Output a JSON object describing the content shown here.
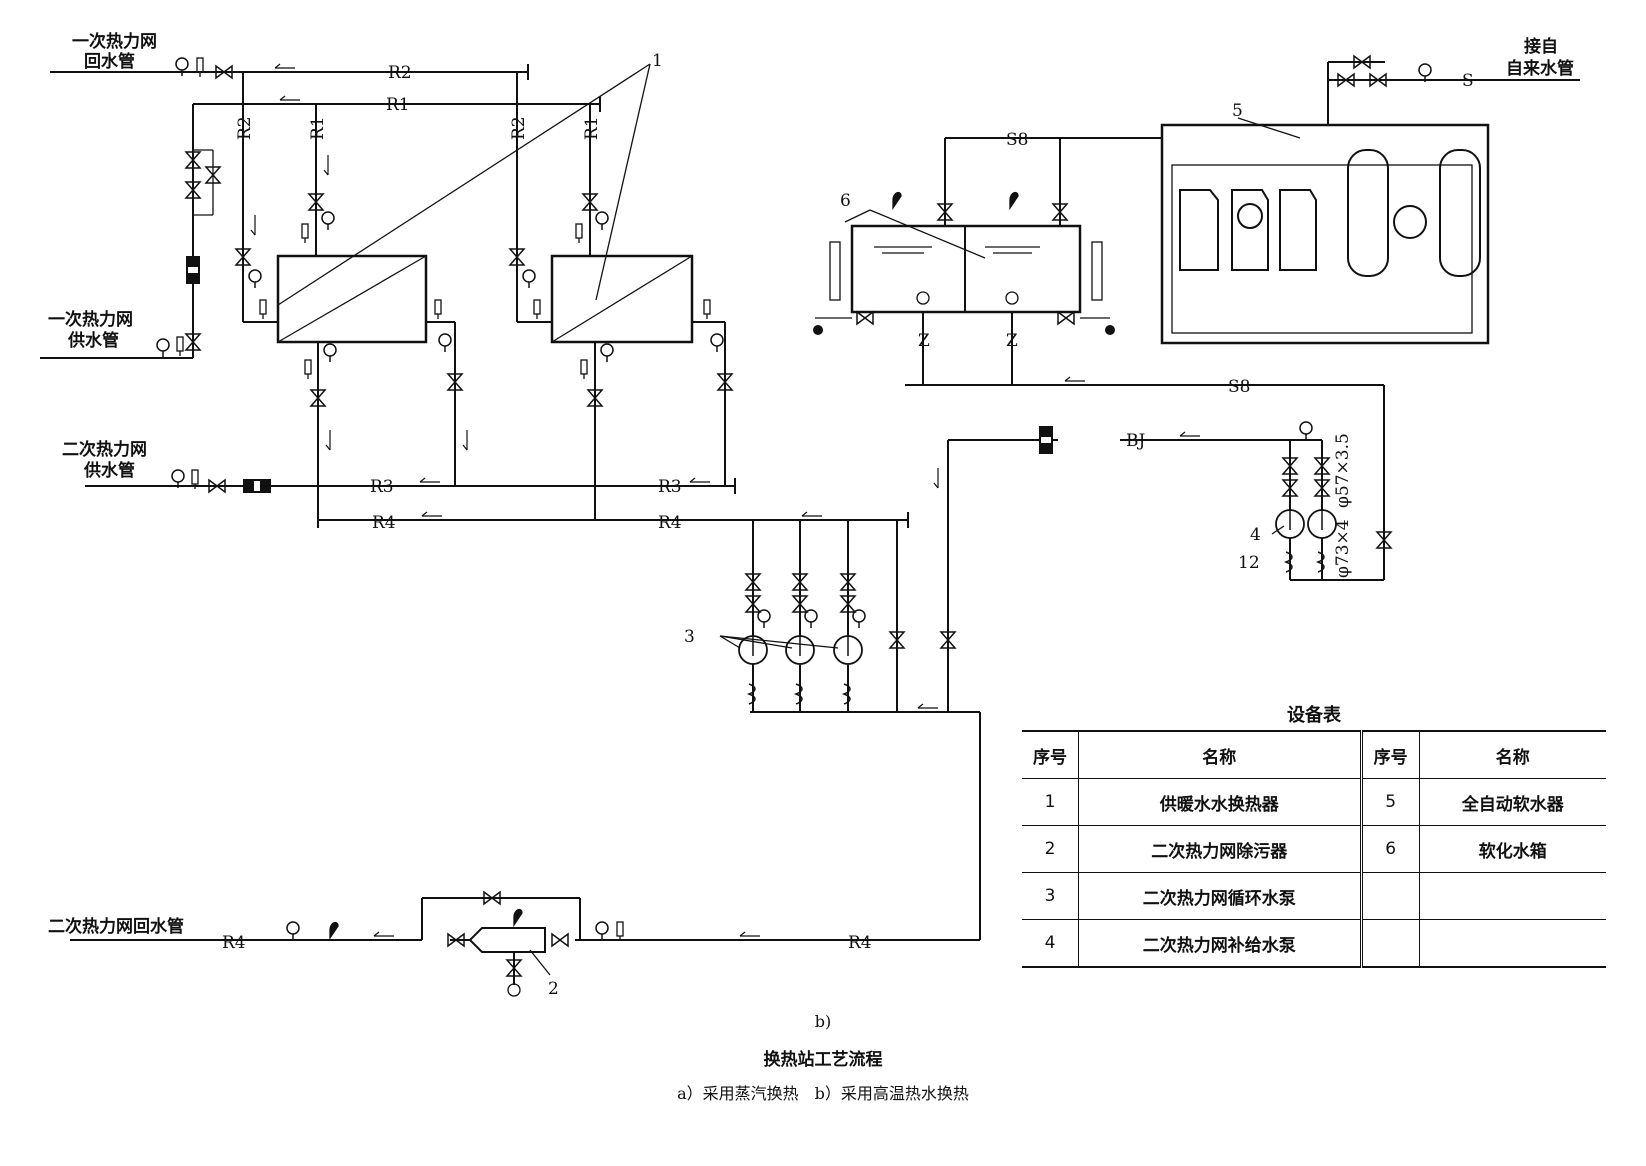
{
  "pipe_labels": {
    "primary_return": [
      "一次热力网",
      "回水管"
    ],
    "primary_supply": [
      "一次热力网",
      "供水管"
    ],
    "secondary_supply": [
      "二次热力网",
      "供水管"
    ],
    "secondary_return": "二次热力网回水管",
    "city_water": [
      "接自",
      "自来水管"
    ],
    "R1": "R1",
    "R2": "R2",
    "R3": "R3",
    "R4": "R4",
    "S": "S",
    "S8": "S8",
    "BJ": "BJ",
    "Z": "Z",
    "pipe_small": "φ57×3.5",
    "pipe_large": "φ73×4"
  },
  "callouts": [
    "1",
    "2",
    "3",
    "4",
    "5",
    "6",
    "12"
  ],
  "equipment_table": {
    "title": "设备表",
    "headers": [
      "序号",
      "名称",
      "序号",
      "名称"
    ],
    "rows": [
      [
        "1",
        "供暖水水换热器",
        "5",
        "全自动软水器"
      ],
      [
        "2",
        "二次热力网除污器",
        "6",
        "软化水箱"
      ],
      [
        "3",
        "二次热力网循环水泵",
        "",
        ""
      ],
      [
        "4",
        "二次热力网补给水泵",
        "",
        ""
      ]
    ]
  },
  "caption": {
    "sub": "b)",
    "title": "换热站工艺流程",
    "subtitle": "a）采用蒸汽换热　b）采用高温热水换热"
  }
}
